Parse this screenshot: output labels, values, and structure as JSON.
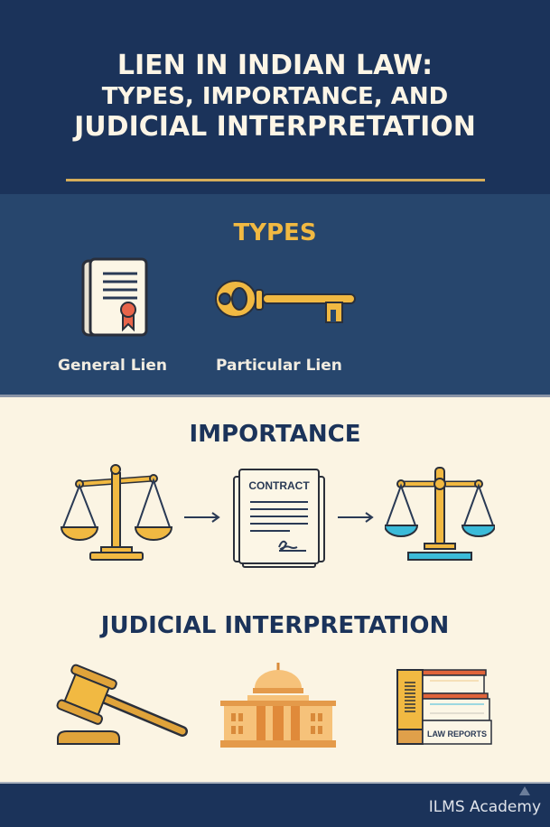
{
  "header": {
    "title_line1": "LIEN IN INDIAN LAW:",
    "title_line2": "TYPES, IMPORTANCE, AND",
    "title_line3": "JUDICIAL INTERPRETATION"
  },
  "types": {
    "heading": "TYPES",
    "items": [
      {
        "label": "General Lien",
        "icon": "scroll-certificate-icon"
      },
      {
        "label": "Particular Lien",
        "icon": "key-icon"
      }
    ]
  },
  "importance": {
    "heading": "IMPORTANCE",
    "flow": [
      {
        "icon": "scales-of-justice-unbalanced-icon"
      },
      {
        "icon": "arrow-right-icon"
      },
      {
        "icon": "contract-document-icon",
        "text": "CONTRACT"
      },
      {
        "icon": "arrow-right-icon"
      },
      {
        "icon": "scales-of-justice-balanced-icon"
      }
    ]
  },
  "judicial": {
    "heading": "JUDICIAL INTERPRETATION",
    "items": [
      {
        "icon": "gavel-icon"
      },
      {
        "icon": "courthouse-icon"
      },
      {
        "icon": "law-reports-books-icon",
        "text": "LAW REPORTS"
      }
    ]
  },
  "footer": {
    "brand": "ILMS Academy"
  },
  "colors": {
    "navy": "#1b335a",
    "mid_navy": "#27466d",
    "gold": "#f1b942",
    "cream": "#fbf4e3",
    "blue_accent": "#3bbbd9",
    "seal_red": "#e8644a"
  }
}
